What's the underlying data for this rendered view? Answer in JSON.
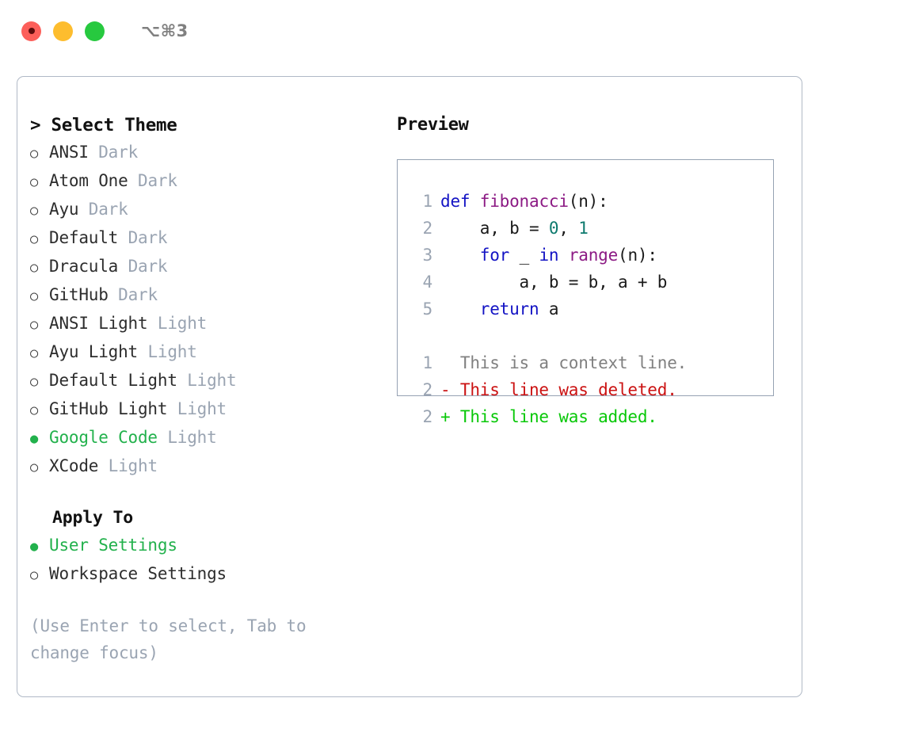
{
  "titlebar": {
    "shortcut": "⌥⌘3",
    "lights": [
      {
        "name": "close",
        "color": "#fc5f5a"
      },
      {
        "name": "minimize",
        "color": "#fdbd2e"
      },
      {
        "name": "maximize",
        "color": "#27c93f"
      }
    ]
  },
  "theme_picker": {
    "heading": "> Select Theme",
    "marker_off": "○",
    "marker_on": "●",
    "accent_color": "#22b14c",
    "muted_color": "#9aa4b2",
    "items": [
      {
        "name": "ANSI",
        "variant": "Dark",
        "selected": false
      },
      {
        "name": "Atom One",
        "variant": "Dark",
        "selected": false
      },
      {
        "name": "Ayu",
        "variant": "Dark",
        "selected": false
      },
      {
        "name": "Default",
        "variant": "Dark",
        "selected": false
      },
      {
        "name": "Dracula",
        "variant": "Dark",
        "selected": false
      },
      {
        "name": "GitHub",
        "variant": "Dark",
        "selected": false
      },
      {
        "name": "ANSI Light",
        "variant": "Light",
        "selected": false
      },
      {
        "name": "Ayu Light",
        "variant": "Light",
        "selected": false
      },
      {
        "name": "Default Light",
        "variant": "Light",
        "selected": false
      },
      {
        "name": "GitHub Light",
        "variant": "Light",
        "selected": false
      },
      {
        "name": "Google Code",
        "variant": "Light",
        "selected": true
      },
      {
        "name": "XCode",
        "variant": "Light",
        "selected": false
      }
    ]
  },
  "apply_to": {
    "heading": "Apply To",
    "items": [
      {
        "name": "User Settings",
        "selected": true
      },
      {
        "name": "Workspace Settings",
        "selected": false
      }
    ]
  },
  "hint": "(Use Enter to select, Tab to change focus)",
  "preview": {
    "title": "Preview",
    "code_lines": [
      {
        "no": "1",
        "tokens": [
          {
            "t": "def ",
            "c": "kw"
          },
          {
            "t": "fibonacci",
            "c": "fn"
          },
          {
            "t": "(n):",
            "c": "plain"
          }
        ]
      },
      {
        "no": "2",
        "tokens": [
          {
            "t": "    a, b = ",
            "c": "plain"
          },
          {
            "t": "0",
            "c": "num"
          },
          {
            "t": ", ",
            "c": "plain"
          },
          {
            "t": "1",
            "c": "num"
          }
        ]
      },
      {
        "no": "3",
        "tokens": [
          {
            "t": "    ",
            "c": "plain"
          },
          {
            "t": "for",
            "c": "kw"
          },
          {
            "t": " _ ",
            "c": "plain"
          },
          {
            "t": "in",
            "c": "kw"
          },
          {
            "t": " ",
            "c": "plain"
          },
          {
            "t": "range",
            "c": "fn"
          },
          {
            "t": "(n):",
            "c": "plain"
          }
        ]
      },
      {
        "no": "4",
        "tokens": [
          {
            "t": "        a, b = b, a + b",
            "c": "plain"
          }
        ]
      },
      {
        "no": "5",
        "tokens": [
          {
            "t": "    ",
            "c": "plain"
          },
          {
            "t": "return",
            "c": "kw"
          },
          {
            "t": " a",
            "c": "plain"
          }
        ]
      }
    ],
    "diff_lines": [
      {
        "no": "1",
        "marker": " ",
        "text": "  This is a context line.",
        "kind": "ctx"
      },
      {
        "no": "2",
        "marker": "-",
        "text": "- This line was deleted.",
        "kind": "del"
      },
      {
        "no": "2",
        "marker": "+",
        "text": "+ This line was added.",
        "kind": "add"
      }
    ],
    "syntax_colors": {
      "keyword": "#1313c4",
      "function": "#8c1a84",
      "number": "#0e7a6e",
      "plain": "#1a1a1a",
      "line_number": "#9aa4b2",
      "diff_context": "#808080",
      "diff_deleted": "#cb1212",
      "diff_added": "#08c808"
    }
  }
}
